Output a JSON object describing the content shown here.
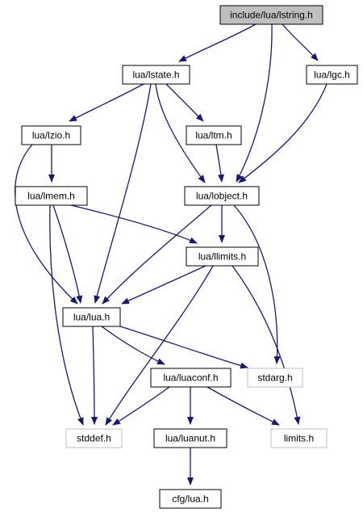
{
  "graph": {
    "colors": {
      "edge": "#191970",
      "root_fill": "#bfbfbf",
      "node_border": "#000000",
      "external_border": "#bfbfbf",
      "text": "#000000"
    },
    "nodes": [
      {
        "id": "lstring",
        "label": "include/lua/lstring.h",
        "kind": "root"
      },
      {
        "id": "lstate",
        "label": "lua/lstate.h",
        "kind": "file"
      },
      {
        "id": "lgc",
        "label": "lua/lgc.h",
        "kind": "file"
      },
      {
        "id": "lzio",
        "label": "lua/lzio.h",
        "kind": "file"
      },
      {
        "id": "ltm",
        "label": "lua/ltm.h",
        "kind": "file"
      },
      {
        "id": "lmem",
        "label": "lua/lmem.h",
        "kind": "file"
      },
      {
        "id": "lobject",
        "label": "lua/lobject.h",
        "kind": "file"
      },
      {
        "id": "llimits",
        "label": "lua/llimits.h",
        "kind": "file"
      },
      {
        "id": "lua",
        "label": "lua/lua.h",
        "kind": "file"
      },
      {
        "id": "stdarg",
        "label": "stdarg.h",
        "kind": "external"
      },
      {
        "id": "luaconf",
        "label": "lua/luaconf.h",
        "kind": "file"
      },
      {
        "id": "stddef",
        "label": "stddef.h",
        "kind": "external"
      },
      {
        "id": "limits",
        "label": "limits.h",
        "kind": "external"
      },
      {
        "id": "luanut",
        "label": "lua/luanut.h",
        "kind": "file"
      },
      {
        "id": "cfglua",
        "label": "cfg/lua.h",
        "kind": "file"
      }
    ],
    "edges": [
      {
        "from": "lstring",
        "to": "lstate"
      },
      {
        "from": "lstring",
        "to": "lobject"
      },
      {
        "from": "lstring",
        "to": "lgc"
      },
      {
        "from": "lstate",
        "to": "lzio"
      },
      {
        "from": "lstate",
        "to": "lua"
      },
      {
        "from": "lstate",
        "to": "lobject"
      },
      {
        "from": "lstate",
        "to": "ltm"
      },
      {
        "from": "lgc",
        "to": "lobject"
      },
      {
        "from": "lzio",
        "to": "lmem"
      },
      {
        "from": "lzio",
        "to": "lua"
      },
      {
        "from": "ltm",
        "to": "lobject"
      },
      {
        "from": "lmem",
        "to": "llimits"
      },
      {
        "from": "lmem",
        "to": "lua"
      },
      {
        "from": "lmem",
        "to": "stddef"
      },
      {
        "from": "lobject",
        "to": "lua"
      },
      {
        "from": "lobject",
        "to": "llimits"
      },
      {
        "from": "lobject",
        "to": "stdarg"
      },
      {
        "from": "llimits",
        "to": "lua"
      },
      {
        "from": "llimits",
        "to": "stddef"
      },
      {
        "from": "llimits",
        "to": "limits"
      },
      {
        "from": "lua",
        "to": "stddef"
      },
      {
        "from": "lua",
        "to": "luaconf"
      },
      {
        "from": "lua",
        "to": "stdarg"
      },
      {
        "from": "luaconf",
        "to": "stddef"
      },
      {
        "from": "luaconf",
        "to": "luanut"
      },
      {
        "from": "luaconf",
        "to": "limits"
      },
      {
        "from": "luanut",
        "to": "cfglua"
      }
    ]
  }
}
